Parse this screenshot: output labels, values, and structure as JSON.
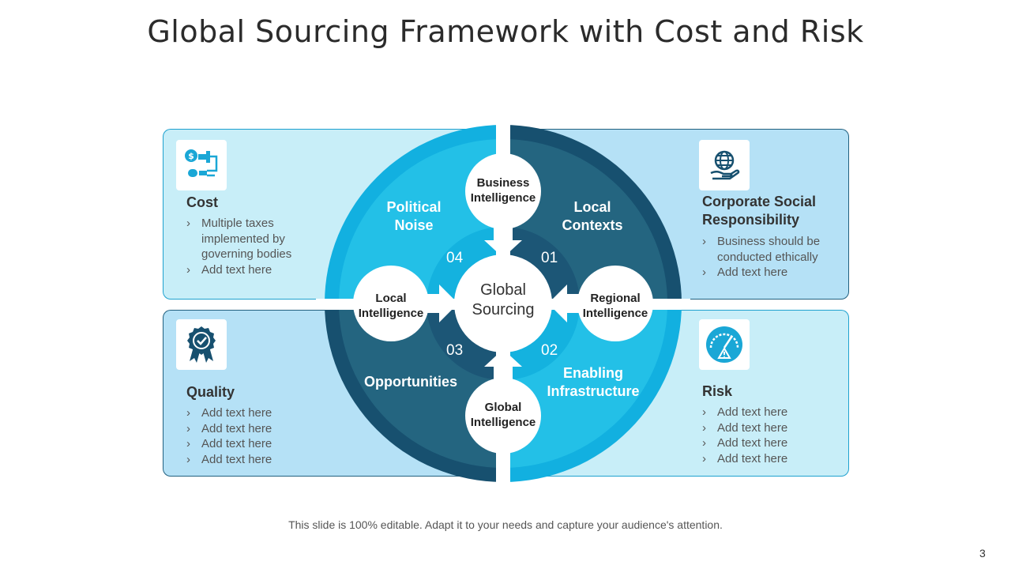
{
  "title": "Global Sourcing Framework with Cost and Risk",
  "colors": {
    "dark_blue": "#21607f",
    "bright_blue": "#1eb6e3",
    "light_panel": "#c8eef8",
    "mid_panel": "#b5e1f6"
  },
  "center": {
    "line1": "Global",
    "line2": "Sourcing"
  },
  "quadrants": [
    {
      "label": "Local\nContexts",
      "number": "01"
    },
    {
      "label": "Enabling\nInfrastructure",
      "number": "02"
    },
    {
      "label": "Opportunities",
      "number": "03"
    },
    {
      "label": "Political\nNoise",
      "number": "04"
    }
  ],
  "nodes": {
    "top": "Business\nIntelligence",
    "right": "Regional\nIntelligence",
    "bottom": "Global\nIntelligence",
    "left": "Local\nIntelligence"
  },
  "panels": {
    "cost": {
      "icon": "money-transfer-icon",
      "title": "Cost",
      "bullets": [
        "Multiple taxes implemented by governing bodies",
        "Add text here"
      ]
    },
    "csr": {
      "icon": "globe-in-hand-icon",
      "title": "Corporate Social Responsibility",
      "bullets": [
        "Business should be conducted ethically",
        "Add text here"
      ]
    },
    "quality": {
      "icon": "quality-badge-icon",
      "title": "Quality",
      "bullets": [
        "Add text here",
        "Add text here",
        "Add text here",
        "Add text here"
      ]
    },
    "risk": {
      "icon": "risk-gauge-icon",
      "title": "Risk",
      "bullets": [
        "Add text here",
        "Add text here",
        "Add text here",
        "Add text here"
      ]
    }
  },
  "footer": "This slide is 100% editable. Adapt it to your needs and capture your audience's attention.",
  "page_number": "3"
}
